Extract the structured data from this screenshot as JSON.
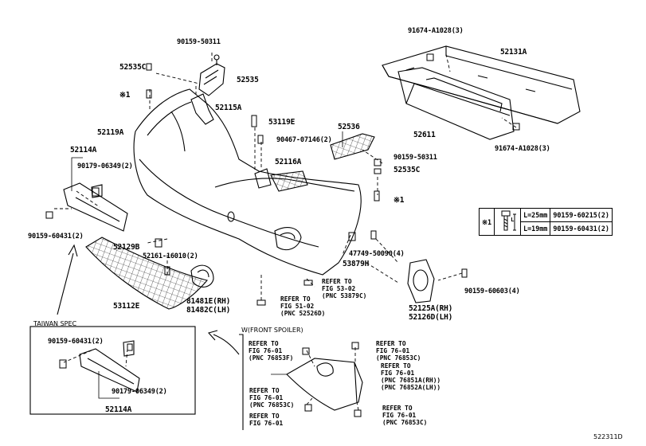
{
  "diagram_id": "522311D",
  "labels": {
    "p90159_50311_top": "90159-50311",
    "p52535C_top": "52535C",
    "p52535": "52535",
    "note1_top": "※1",
    "p52115A": "52115A",
    "p53119E": "53119E",
    "p52119A": "52119A",
    "p90467": "90467-07146(2)",
    "p52536": "52536",
    "p90159_50311_mid": "90159-50311",
    "p52116A": "52116A",
    "p52535C_mid": "52535C",
    "note1_mid": "※1",
    "p52114A": "52114A",
    "p90179_top": "90179-06349(2)",
    "p90159_60431_left": "90159-60431(2)",
    "p91674_top": "91674-A1028(3)",
    "p52131A": "52131A",
    "p52611": "52611",
    "p91674_bottom": "91674-A1028(3)",
    "p52129B": "52129B",
    "p52161": "52161-16010(2)",
    "p53112E": "53112E",
    "p81481E": "81481E(RH)",
    "p81482C": "81482C(LH)",
    "p47749": "47749-50090(4)",
    "p53879H": "53879H",
    "p90159_60603": "90159-60603(4)",
    "p52125A": "52125A(RH)",
    "p52126D": "52126D(LH)",
    "ref_53_02": "REFER TO\nFIG 53-02\n(PNC 53879C)",
    "ref_51_02": "REFER TO\nFIG 51-02\n(PNC 52526D)",
    "taiwan_spec": "TAIWAN SPEC",
    "tw_90159": "90159-60431(2)",
    "tw_90179": "90179-06349(2)",
    "tw_52114A": "52114A",
    "w_front_spoiler": "W(FRONT SPOILER)",
    "ref_76853F": "REFER TO\nFIG 76-01\n(PNC 76853F)",
    "ref_76853C_a": "REFER TO\nFIG 76-01\n(PNC 76853C)",
    "ref_76851A": "REFER TO\nFIG 76-01\n(PNC 76851A(RH))\n(PNC 76852A(LH))",
    "ref_76853C_b": "REFER TO\nFIG 76-01\n(PNC 76853C)",
    "ref_76_01_cut": "REFER TO\nFIG 76-01",
    "ref_76853C_c": "REFER TO\nFIG 76-01\n(PNC 76853C)"
  },
  "spec_table": {
    "mark": "※1",
    "rows": [
      {
        "length": "L=25mm",
        "part": "90159-60215(2)"
      },
      {
        "length": "L=19mm",
        "part": "90159-60431(2)"
      }
    ],
    "dim_label": "L"
  }
}
